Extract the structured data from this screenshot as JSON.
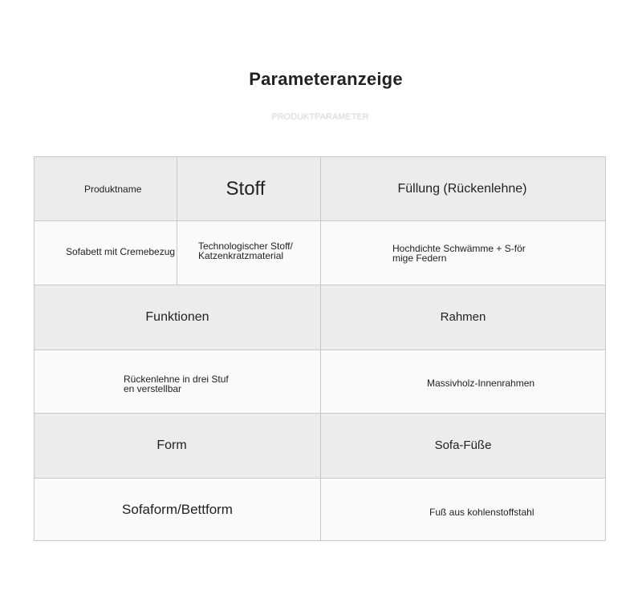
{
  "header": {
    "title": "Parameteranzeige",
    "subtitle": "PRODUKTPARAMETER"
  },
  "table": {
    "row1": {
      "label": "Produktname",
      "col2": "Stoff",
      "col3": "Füllung (Rückenlehne)"
    },
    "row2": {
      "col1": "Sofabett mit Cremebezug",
      "col2": "Technologischer Stoff/\nKatzenkratzmaterial",
      "col3": "Hochdichte Schwämme + S-för\nmige Federn"
    },
    "row3": {
      "left": "Funktionen",
      "right": "Rahmen"
    },
    "row4": {
      "left": "Rückenlehne in drei Stuf\nen verstellbar",
      "right": "Massivholz-Innenrahmen"
    },
    "row5": {
      "left": "Form",
      "right": "Sofa-Füße"
    },
    "row6": {
      "left": "Sofaform/Bettform",
      "right": "Fuß aus kohlenstoffstahl"
    }
  },
  "colors": {
    "shade": "#ececec",
    "light": "#fafafa",
    "border": "#c8c8c8",
    "text": "#222222"
  }
}
